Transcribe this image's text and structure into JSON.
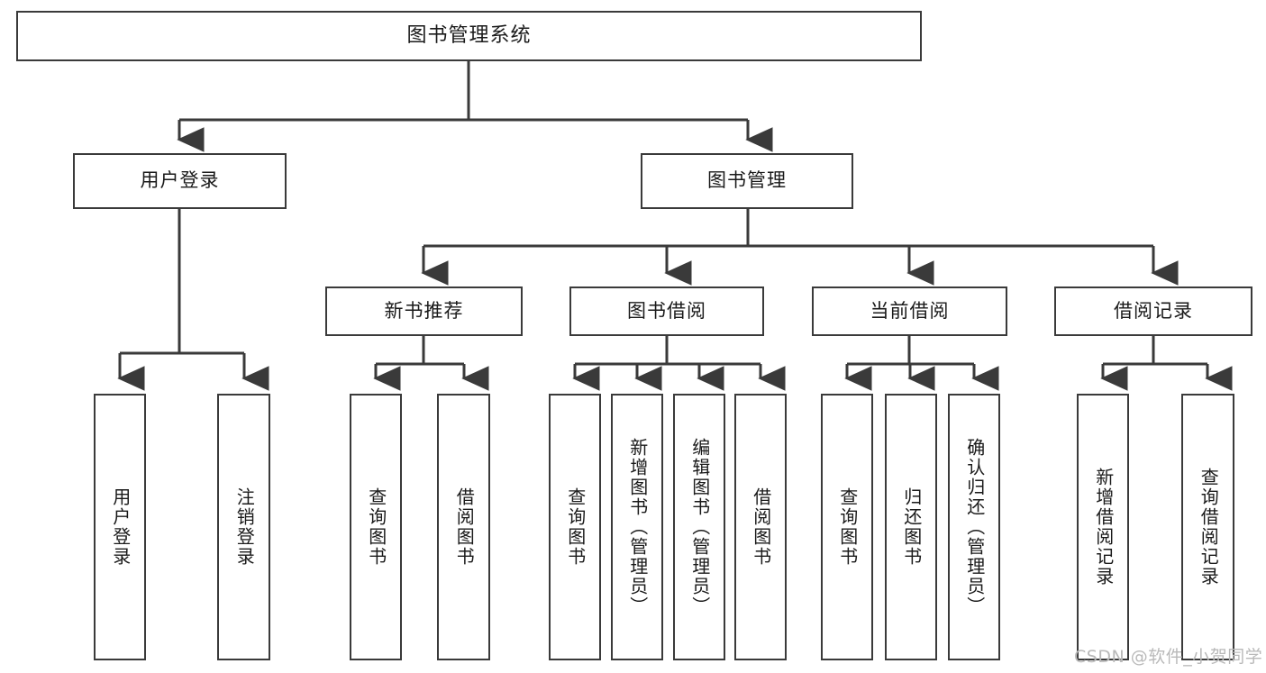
{
  "diagram": {
    "title": "图书管理系统",
    "type": "功能结构图",
    "stroke_color": "#3a3a3a",
    "fill_color": "#ffffff",
    "text_color": "#1a1a1a"
  },
  "root": {
    "label": "图书管理系统"
  },
  "level2": [
    {
      "label": "用户登录"
    },
    {
      "label": "图书管理"
    }
  ],
  "level3": [
    {
      "label": "新书推荐"
    },
    {
      "label": "图书借阅"
    },
    {
      "label": "当前借阅"
    },
    {
      "label": "借阅记录"
    }
  ],
  "leaves": [
    {
      "label": "用户登录",
      "parent": "用户登录"
    },
    {
      "label": "注销登录",
      "parent": "用户登录"
    },
    {
      "label": "查询图书",
      "parent": "新书推荐"
    },
    {
      "label": "借阅图书",
      "parent": "新书推荐"
    },
    {
      "label": "查询图书",
      "parent": "图书借阅"
    },
    {
      "label": "新增图书（管理员）",
      "parent": "图书借阅"
    },
    {
      "label": "编辑图书（管理员）",
      "parent": "图书借阅"
    },
    {
      "label": "借阅图书",
      "parent": "图书借阅"
    },
    {
      "label": "查询图书",
      "parent": "当前借阅"
    },
    {
      "label": "归还图书",
      "parent": "当前借阅"
    },
    {
      "label": "确认归还（管理员）",
      "parent": "当前借阅"
    },
    {
      "label": "新增借阅记录",
      "parent": "借阅记录"
    },
    {
      "label": "查询借阅记录",
      "parent": "借阅记录"
    }
  ],
  "watermark": {
    "text": "CSDN @软件_小贺同学"
  }
}
